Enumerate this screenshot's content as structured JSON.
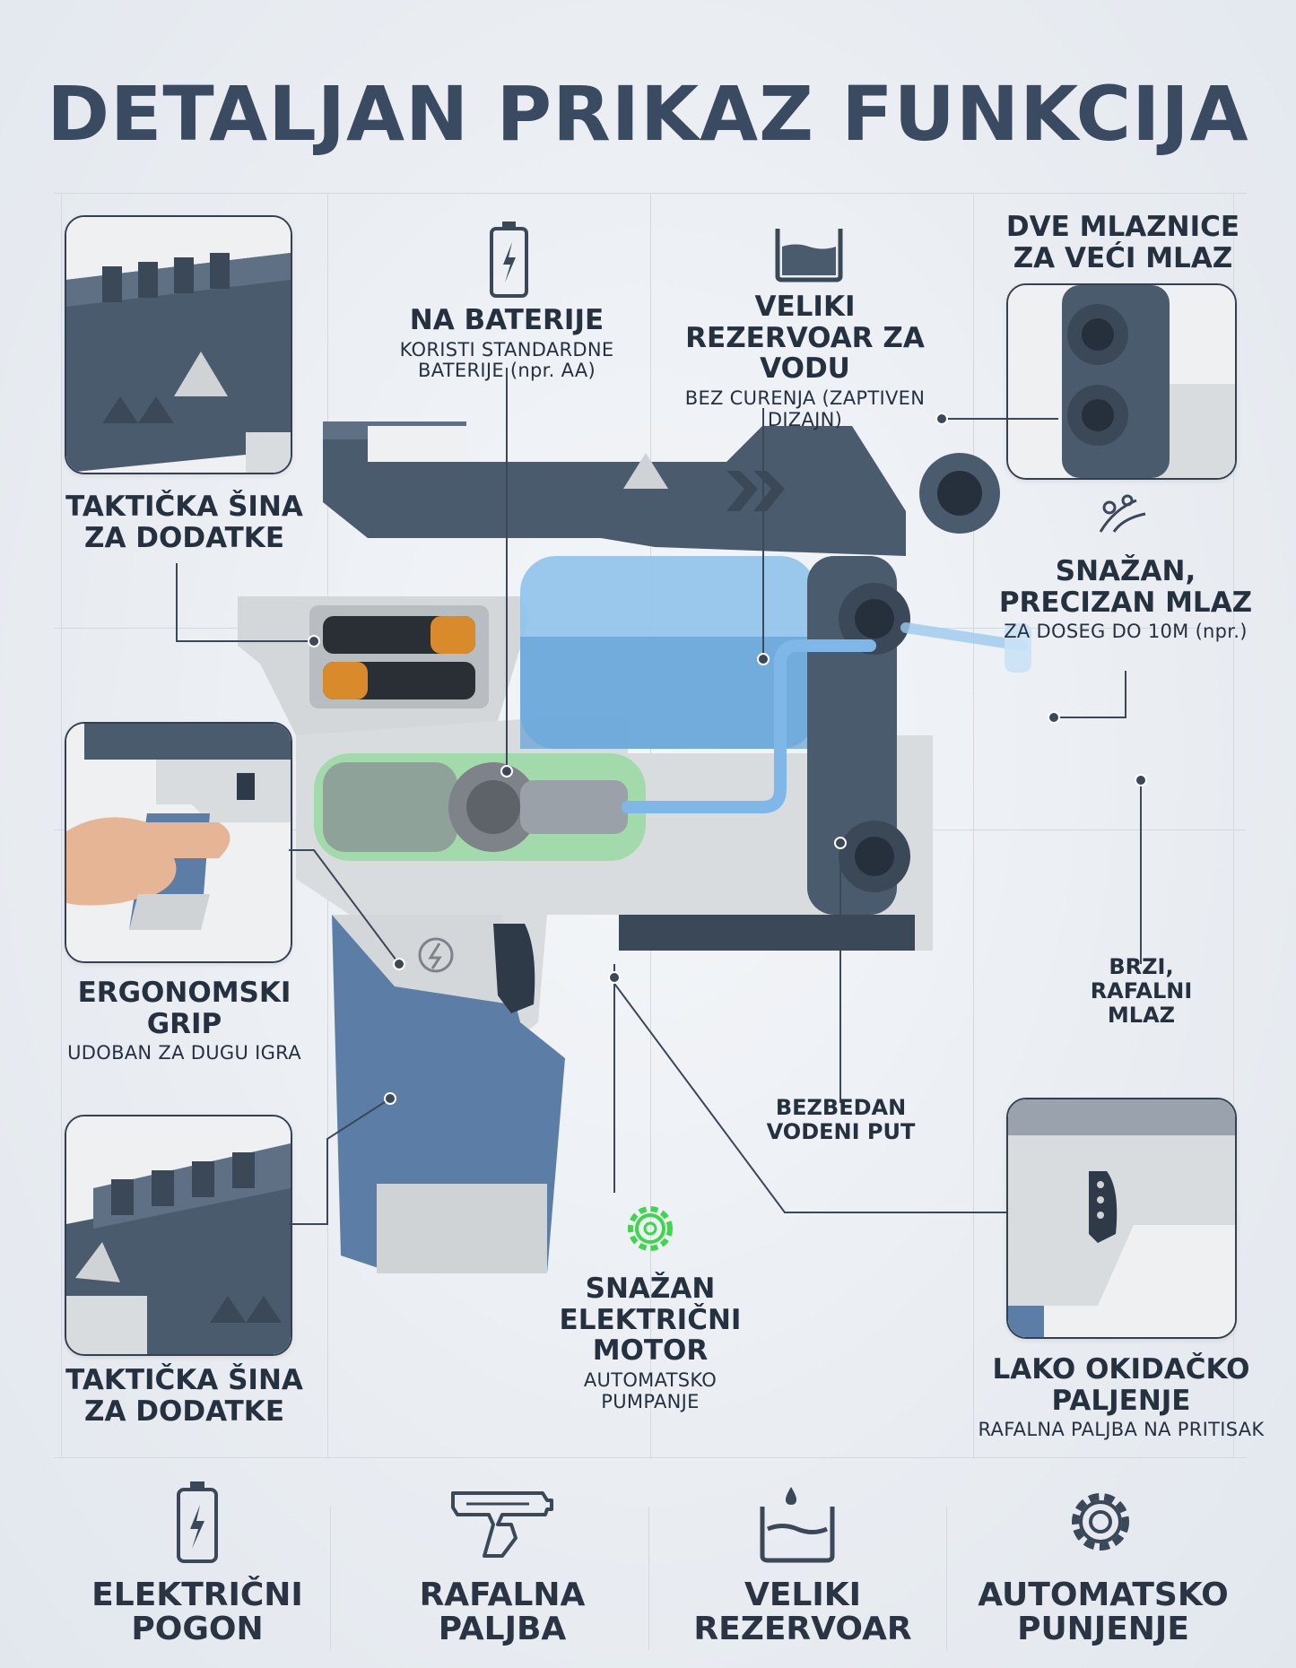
{
  "title": "DETALJAN PRIKAZ FUNKCIJA",
  "callouts": {
    "rail_top": {
      "heading": "TAKTIČKA ŠINA ZA DODATKE"
    },
    "battery": {
      "heading": "NA BATERIJE",
      "sub": "KORISTI STANDARDNE BATERIJE (npr. AA)"
    },
    "tank": {
      "heading": "VELIKI REZERVOAR ZA VODU",
      "sub": "BEZ CURENJA (ZAPTIVEN DIZAJN)"
    },
    "nozzles": {
      "heading": "DVE MLAZNICE ZA VEĆI MLAZ"
    },
    "stream": {
      "heading": "SNAŽAN, PRECIZAN MLAZ",
      "sub": "ZA DOSEG DO 10M (npr.)"
    },
    "grip": {
      "heading": "ERGONOMSKI GRIP",
      "sub": "UDOBAN ZA DUGU IGRA"
    },
    "burst": {
      "heading": "BRZI, RAFALNI MLAZ"
    },
    "waterpath": {
      "heading": "BEZBEDAN VODENI PUT"
    },
    "motor": {
      "heading": "SNAŽAN ELEKTRIČNI MOTOR",
      "sub": "AUTOMATSKO PUMPANJE"
    },
    "rail_bottom": {
      "heading": "TAKTIČKA ŠINA ZA DODATKE"
    },
    "trigger": {
      "heading": "LAKO OKIDAČKO PALJENJE",
      "sub": "RAFALNA PALJBA NA PRITISAK"
    }
  },
  "features": [
    {
      "label": "ELEKTRIČNI POGON",
      "icon": "battery-icon"
    },
    {
      "label": "RAFALNA PALJBA",
      "icon": "water-gun-icon"
    },
    {
      "label": "VELIKI REZERVOAR",
      "icon": "water-tank-icon"
    },
    {
      "label": "AUTOMATSKO PUNJENJE",
      "icon": "gear-icon"
    }
  ],
  "colors": {
    "slate": "#4a5a6d",
    "light_body": "#d9dcdf",
    "blue_grip": "#5c7ea6",
    "water": "#8fc3ea",
    "motor_glow": "#3ed64a",
    "battery_copper": "#d98a2b"
  }
}
